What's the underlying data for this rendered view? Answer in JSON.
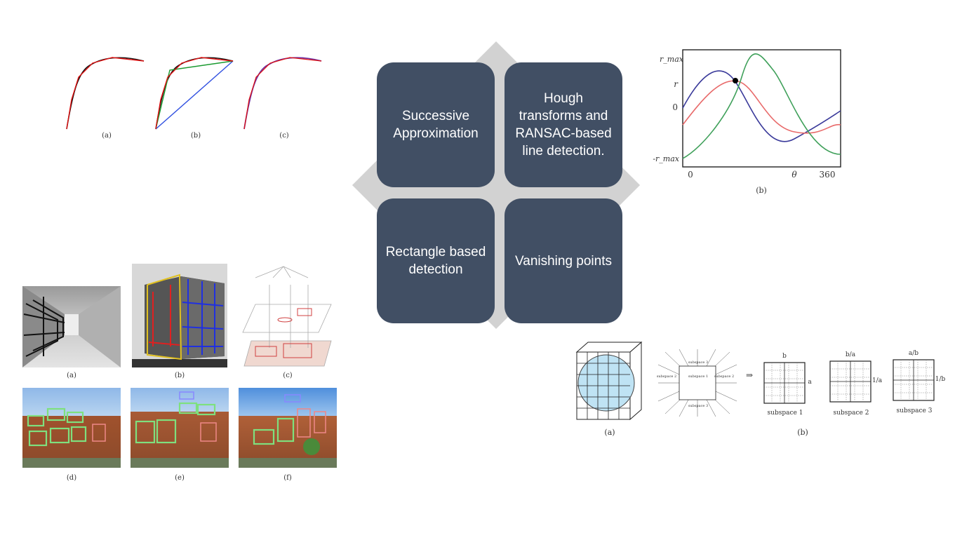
{
  "center": {
    "boxes": [
      {
        "label": "Successive Approximation"
      },
      {
        "label": "Hough transforms and RANSAC-based line detection."
      },
      {
        "label": "Rectangle based detection"
      },
      {
        "label": "Vanishing points"
      }
    ],
    "colors": {
      "box": "#414f64",
      "diamond": "#d2d2d2"
    }
  },
  "curves_figure": {
    "captions": [
      "(a)",
      "(b)",
      "(c)"
    ]
  },
  "hough_plot": {
    "y_ticks": [
      "r_max",
      "r",
      "0",
      "-r_max"
    ],
    "x_ticks": [
      "0",
      "θ",
      "360"
    ],
    "caption": "(b)"
  },
  "rect_figure": {
    "captions": [
      "(a)",
      "(b)",
      "(c)",
      "(d)",
      "(e)",
      "(f)"
    ]
  },
  "vp_figure": {
    "caption_a": "(a)",
    "caption_b": "(b)",
    "subspaces": [
      {
        "top": "b",
        "side": "a",
        "name": "subspace 1"
      },
      {
        "top": "b/a",
        "side": "1/a",
        "name": "subspace 2"
      },
      {
        "top": "a/b",
        "side": "1/b",
        "name": "subspace 3"
      }
    ],
    "mid_labels": [
      "subspace 3",
      "subspace 1",
      "subspace 2",
      "subspace 2",
      "subspace 3"
    ],
    "arrow": "⇒"
  }
}
